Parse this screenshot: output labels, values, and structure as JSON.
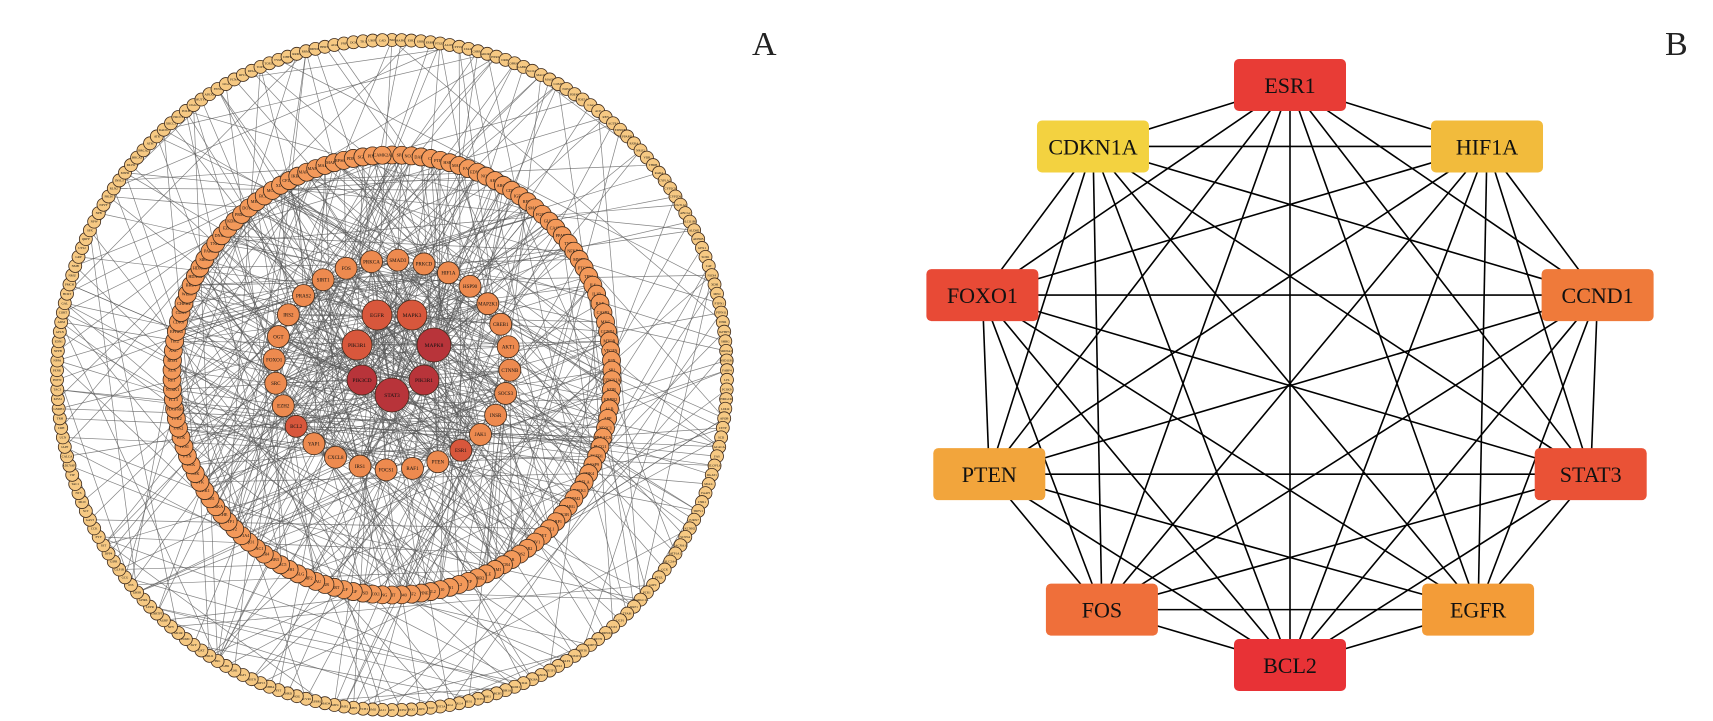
{
  "panels": {
    "a": {
      "letter": "A"
    },
    "b": {
      "letter": "B"
    }
  },
  "colors": {
    "edge_a": "#5a5a5a",
    "edge_b": "#000000",
    "outer_node": "#f6c983",
    "middle_node": "#f3995a",
    "inner_light": "#ed8a4f",
    "inner_mid": "#d8573c",
    "inner_dark": "#b8343a",
    "node_stroke": "#3d2a1c"
  },
  "network_a": {
    "inner_hubs": [
      {
        "label": "EGFR",
        "shade": "inner_mid"
      },
      {
        "label": "MAPK3",
        "shade": "inner_mid"
      },
      {
        "label": "MAPK8",
        "shade": "inner_dark"
      },
      {
        "label": "PIK3R1",
        "shade": "inner_mid"
      },
      {
        "label": "PIK3CD",
        "shade": "inner_dark"
      },
      {
        "label": "STAT3",
        "shade": "inner_dark"
      },
      {
        "label": "PIK3R1",
        "shade": "inner_dark"
      }
    ],
    "inner_ring": [
      {
        "label": "PRKCA",
        "shade": "inner_light"
      },
      {
        "label": "SMAD3",
        "shade": "inner_light"
      },
      {
        "label": "PRKCD",
        "shade": "inner_light"
      },
      {
        "label": "HIF1A",
        "shade": "inner_light"
      },
      {
        "label": "HSP90",
        "shade": "inner_light"
      },
      {
        "label": "MAP2K1",
        "shade": "inner_light"
      },
      {
        "label": "CREB1",
        "shade": "inner_light"
      },
      {
        "label": "AKT1",
        "shade": "inner_light"
      },
      {
        "label": "CTNNB",
        "shade": "inner_light"
      },
      {
        "label": "SOCS3",
        "shade": "inner_light"
      },
      {
        "label": "INSR",
        "shade": "inner_light"
      },
      {
        "label": "JAK1",
        "shade": "inner_light"
      },
      {
        "label": "ESR1",
        "shade": "inner_mid"
      },
      {
        "label": "PTEN",
        "shade": "inner_light"
      },
      {
        "label": "RAF1",
        "shade": "inner_light"
      },
      {
        "label": "FOCS1",
        "shade": "inner_light"
      },
      {
        "label": "IRS1",
        "shade": "inner_light"
      },
      {
        "label": "CXCL8",
        "shade": "inner_light"
      },
      {
        "label": "YAP1",
        "shade": "inner_light"
      },
      {
        "label": "BCL2",
        "shade": "inner_mid"
      },
      {
        "label": "EZH2",
        "shade": "inner_light"
      },
      {
        "label": "SRC",
        "shade": "inner_light"
      },
      {
        "label": "FOXO1",
        "shade": "inner_light"
      },
      {
        "label": "OGT",
        "shade": "inner_light"
      },
      {
        "label": "IRS2",
        "shade": "inner_light"
      },
      {
        "label": "PRAS2",
        "shade": "inner_light"
      },
      {
        "label": "SIRT1",
        "shade": "inner_light"
      },
      {
        "label": "FOS",
        "shade": "inner_light"
      }
    ],
    "middle_ring_labels": [
      "ILK",
      "SPAR",
      "NCOA3",
      "DAPK1",
      "C5",
      "PTPRF",
      "HSPB1",
      "MAPK1",
      "FASN",
      "EDNRA",
      "NOS3",
      "AKT2",
      "ABCB1",
      "CDK2",
      "IGF1R",
      "RPS6",
      "SMAD2",
      "FGFR1",
      "GLUL",
      "CASP8",
      "PPARA",
      "TNF",
      "NFKB1",
      "MMP9",
      "PTGS2",
      "TP53",
      "IL6",
      "IL1B",
      "BAX",
      "CASP3",
      "MYC",
      "CCND1",
      "MTOR",
      "VEGFA",
      "JUN",
      "SP1",
      "CDKN1A",
      "KDR",
      "ERBB2",
      "ALB",
      "APP",
      "NR3C1",
      "PRKACA",
      "PLCG1",
      "TGFB1",
      "CASP9",
      "CDK4",
      "RELA",
      "CHEK1",
      "MDM2",
      "PPARG",
      "GSK3B",
      "PARP1",
      "ABL1",
      "MET",
      "CAV1",
      "ESR2",
      "NOS2",
      "AR",
      "CXCR4",
      "ICAM1",
      "SELE",
      "ADRB2",
      "LEP",
      "IL2",
      "FN1",
      "IL10",
      "CCL2",
      "SERPINE1",
      "IGF2",
      "CD40",
      "KIT",
      "IFNG",
      "HMOX1",
      "CTSD",
      "EGF",
      "HGF",
      "TERT",
      "PGR",
      "PLAU",
      "MMP2",
      "FASLG",
      "CDH1",
      "BIRC5",
      "ERBB3",
      "TLR4",
      "HDAC1",
      "NQO1",
      "CYP3A4",
      "F2",
      "GSTP1",
      "ACHE",
      "AURKA",
      "PIM1",
      "PLK1",
      "SYK",
      "CSK",
      "LCK",
      "FYN",
      "YES1",
      "BTK",
      "JAK2",
      "TYK2",
      "PDGFRB",
      "FLT3",
      "NTRK1",
      "RET",
      "ALK",
      "ROS1",
      "AXL",
      "TIE2",
      "EPHB4",
      "CDK6",
      "CDK9",
      "CHEK2",
      "WEE1",
      "BRD4",
      "HDAC2",
      "HDAC6",
      "SIRT3",
      "PARP2",
      "TNKS",
      "DNMT1",
      "EZH1",
      "KDM1A",
      "PRMT5",
      "DOT1L",
      "MEN1",
      "BCL6",
      "MCL1",
      "XIAP",
      "CFLAR",
      "IKBKB",
      "MAP3K7",
      "MAPK14",
      "MAPK9",
      "MAP2K4",
      "RPS6KB1",
      "PDPK1",
      "SGK1",
      "PIM2",
      "CAMK2A"
    ],
    "outer_ring_labels": [
      "TNKS",
      "MAPK10",
      "ESR2",
      "GRB2",
      "ERBB4",
      "PTGES",
      "ALOX5",
      "CYP19A1",
      "LTA4H",
      "CHRM1",
      "ADORA1",
      "HTR2A",
      "DRD2",
      "OPRM1",
      "GABRA1",
      "SLC6A4",
      "MAOA",
      "MAOB",
      "COMT",
      "NOS1",
      "PDE4B",
      "PDE5A",
      "CA2",
      "ACE",
      "REN",
      "AGTR1",
      "EDNRB",
      "PPARD",
      "RXRA",
      "NR1I2",
      "VDR",
      "THRB",
      "RARA",
      "CYP1A2",
      "CYP2C9",
      "CYP2D6",
      "UGT1A1",
      "ABCG2",
      "SLCO1B1",
      "ALDH2",
      "ADH1B",
      "GPX1",
      "SOD1",
      "CAT",
      "NOX4",
      "XDH",
      "MPO",
      "PTPN1",
      "PTPN11",
      "INSR",
      "IGFBP3",
      "SHBG",
      "SRD5A2",
      "HSD11B1",
      "FABP4",
      "LPL",
      "PCSK9",
      "HMGCR",
      "LDLR",
      "APOB",
      "CETP",
      "SCD",
      "ACACA",
      "FAS",
      "ELOVL6",
      "DGAT1",
      "MGLL",
      "FAAH",
      "CNR1",
      "TRPV1",
      "P2RX7",
      "KCNH2",
      "SCN5A",
      "CACNA1C",
      "ATP1A1",
      "SLC2A4",
      "GCK",
      "PYGL",
      "G6PC",
      "PCK1",
      "PPARGC1A",
      "NRF1",
      "TFAM",
      "UCP1",
      "UCP2",
      "ADIPOQ",
      "RETN",
      "NAMPT",
      "SIRT6",
      "FOXO3",
      "KLF4",
      "SOX2",
      "POU5F1",
      "NANOG",
      "LIN28A",
      "CD44",
      "PROM1",
      "ALDH1A1",
      "ABCB5",
      "BMI1",
      "NOTCH1",
      "HES1",
      "DLL4",
      "JAG1",
      "WNT3A",
      "FZD7",
      "LRP6",
      "DKK1",
      "AXIN2",
      "APC",
      "GLI1",
      "SMO",
      "PTCH1",
      "SHH",
      "BMP2",
      "BMP4",
      "SMAD4",
      "TGFBR1",
      "ACVR1",
      "NOG",
      "CHRD",
      "FST",
      "INHBA",
      "GDF15",
      "MSTN",
      "IGF1",
      "GH1",
      "GHR",
      "PRL",
      "PRLR",
      "OXT",
      "AVP",
      "POMC",
      "MC4R",
      "NPY",
      "AGRP",
      "CARTPT",
      "LEPR",
      "GHRL",
      "GHSR",
      "INS",
      "GCG",
      "GLP1R",
      "GIPR",
      "DPP4",
      "SST",
      "PYY",
      "CCK",
      "GAST",
      "SCT",
      "MLN",
      "NTS",
      "TAC1",
      "VIP",
      "ADCYAP1",
      "CALCA",
      "IAPP",
      "UCN",
      "CRH",
      "TRH",
      "GNRH1",
      "KISS1",
      "TAC3",
      "PDYN",
      "PENK",
      "NPPA",
      "NPPB",
      "EDN1",
      "APLN",
      "ADM",
      "CORT",
      "GAL",
      "HCRT",
      "PMCH",
      "NMU",
      "NMB",
      "GRP",
      "UTS2",
      "QRFP",
      "SPX",
      "NPW",
      "NPB",
      "NPVF",
      "PRLH",
      "RLN2",
      "INSL3",
      "MSH2",
      "MLH1",
      "BRCA1",
      "BRCA2",
      "ATM",
      "ATR",
      "RAD51",
      "XRCC1",
      "ERCC1",
      "POLB",
      "OGG1",
      "MUTYH",
      "APEX1",
      "FEN1",
      "LIG1",
      "PCNA",
      "RFC1",
      "RPA1",
      "TOP1",
      "TOP2A",
      "TYMS",
      "DHFR",
      "RRM1",
      "RRM2",
      "IMPDH1",
      "HPRT1",
      "ADA",
      "PNP",
      "DCK",
      "TK1",
      "UMPS",
      "CAD"
    ]
  },
  "network_b": {
    "nodes": [
      {
        "label": "ESR1",
        "color": "#e83c36"
      },
      {
        "label": "HIF1A",
        "color": "#f2bb3c"
      },
      {
        "label": "CCND1",
        "color": "#ef7a3a"
      },
      {
        "label": "STAT3",
        "color": "#ea5236"
      },
      {
        "label": "EGFR",
        "color": "#f39c38"
      },
      {
        "label": "BCL2",
        "color": "#e83236"
      },
      {
        "label": "FOS",
        "color": "#ef6f3a"
      },
      {
        "label": "PTEN",
        "color": "#f2a53c"
      },
      {
        "label": "FOXO1",
        "color": "#e84a36"
      },
      {
        "label": "CDKN1A",
        "color": "#f3d240"
      }
    ]
  }
}
